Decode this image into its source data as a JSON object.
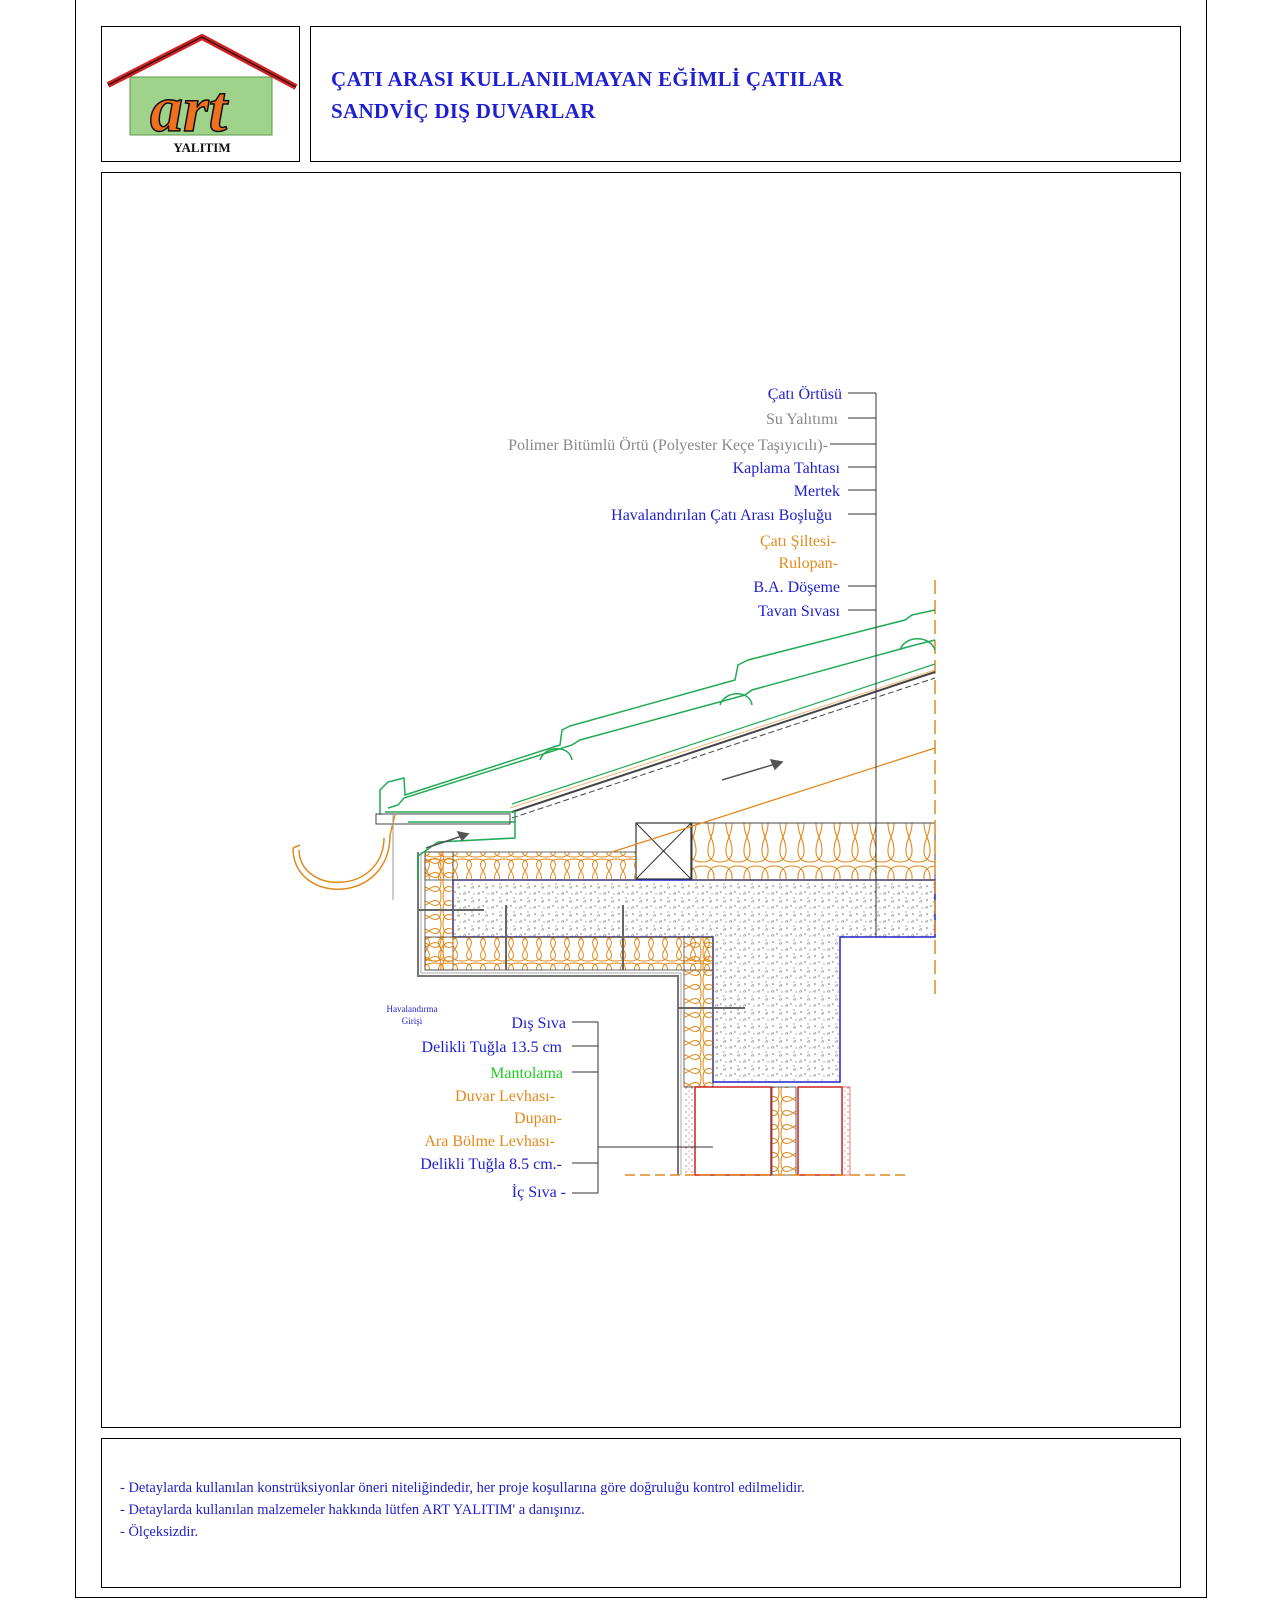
{
  "header": {
    "logo_text": "art",
    "logo_subtitle": "YALITIM",
    "title_line1": "ÇATI ARASI KULLANILMAYAN EĞİMLİ ÇATILAR",
    "title_line2": "SANDVİÇ DIŞ DUVARLAR"
  },
  "labels_roof": [
    {
      "text": "Çatı Örtüsü",
      "color": "#1f1fd0"
    },
    {
      "text": "Su Yalıtımı",
      "color": "#888888"
    },
    {
      "text": "Polimer Bitümlü Örtü (Polyester Keçe Taşıyıcılı)-",
      "color": "#888888"
    },
    {
      "text": "Kaplama Tahtası",
      "color": "#1f1fd0"
    },
    {
      "text": "Mertek",
      "color": "#1f1fd0"
    },
    {
      "text": "Havalandırılan Çatı Arası Boşluğu",
      "color": "#1f1fd0"
    },
    {
      "text": "Çatı Şiltesi-",
      "color": "#e08a1e"
    },
    {
      "text": "Rulopan-",
      "color": "#e08a1e"
    },
    {
      "text": "B.A. Döşeme",
      "color": "#1f1fd0"
    },
    {
      "text": "Tavan Sıvası",
      "color": "#1f1fd0"
    }
  ],
  "labels_wall": [
    {
      "text": "Dış Sıva",
      "color": "#1f1fd0"
    },
    {
      "text": "Delikli Tuğla 13.5 cm",
      "color": "#1f1fd0"
    },
    {
      "text": "Mantolama",
      "color": "#22cc22"
    },
    {
      "text": "Duvar Levhası-",
      "color": "#e08a1e"
    },
    {
      "text": "Dupan-",
      "color": "#e08a1e"
    },
    {
      "text": "Ara Bölme Levhası-",
      "color": "#e08a1e"
    },
    {
      "text": "Delikli Tuğla 8.5 cm.-",
      "color": "#1f1fd0"
    },
    {
      "text": "İç Sıva -",
      "color": "#1f1fd0"
    }
  ],
  "ventilation_label": {
    "line1": "Havalandırma",
    "line2": "Girişi"
  },
  "notes": [
    "- Detaylarda kullanılan konstrüksiyonlar öneri niteliğindedir, her proje koşullarına göre doğruluğu kontrol edilmelidir.",
    "- Detaylarda kullanılan malzemeler hakkında lütfen ART YALITIM' a danışınız.",
    "- Ölçeksizdir."
  ],
  "colors": {
    "tile_green": "#22aa55",
    "insulation_orange": "#e08a1e",
    "concrete_blue": "#2222cc",
    "brick_red": "#cc2222",
    "text_blue": "#1f1fd0",
    "logo_green": "#9fd28a"
  }
}
